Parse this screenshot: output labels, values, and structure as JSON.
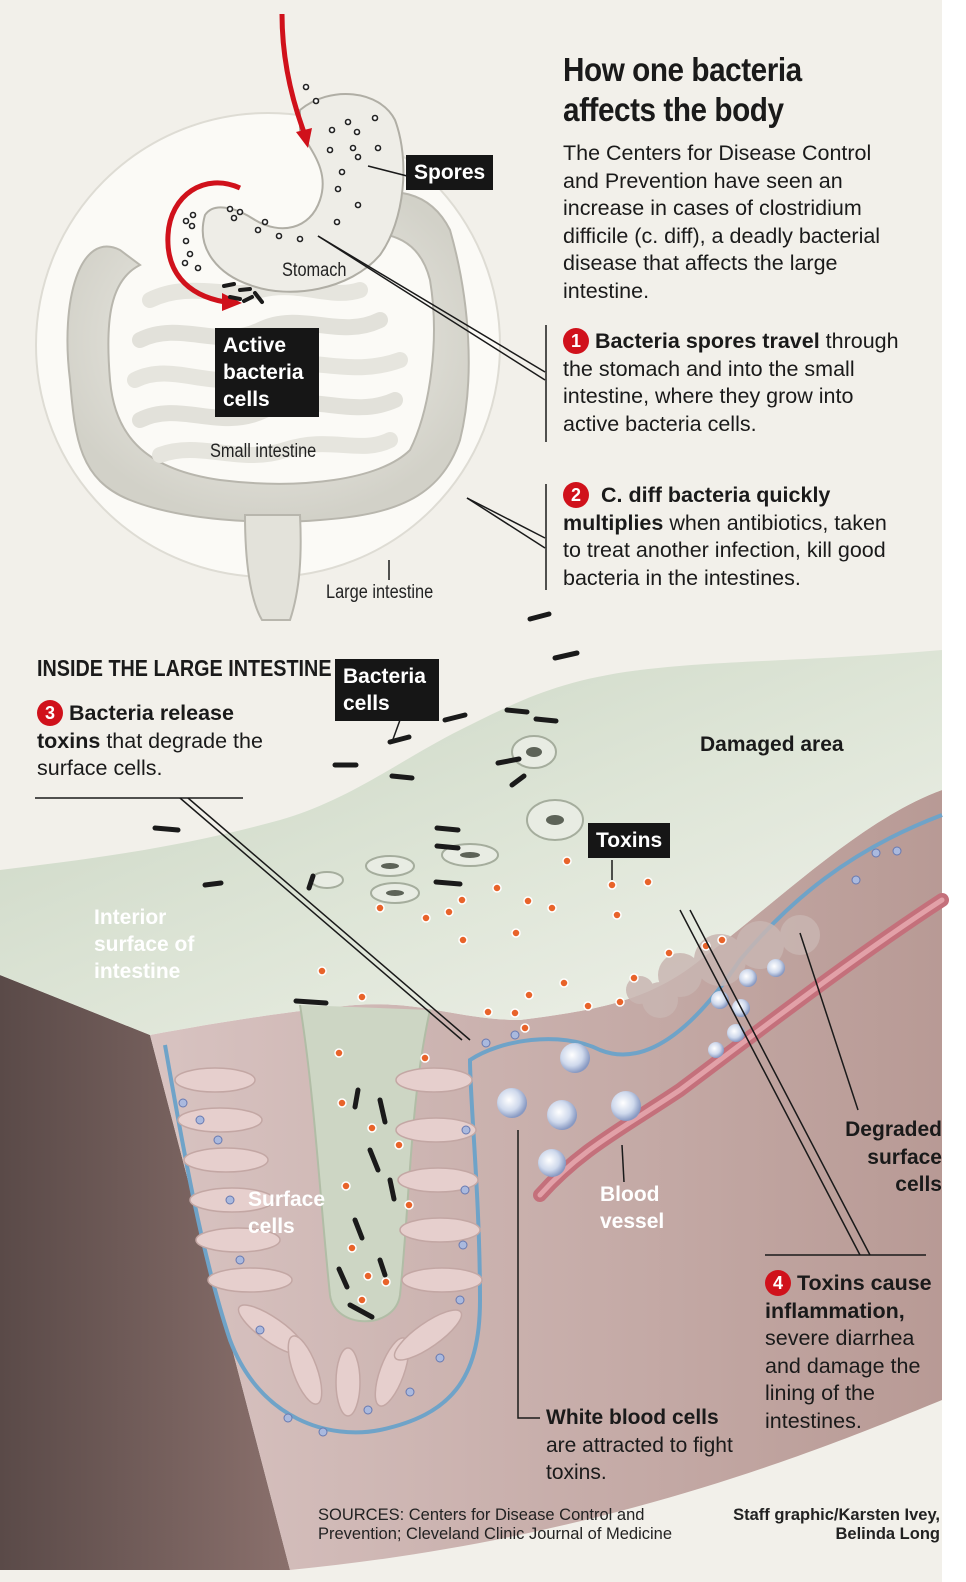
{
  "title": "How one bacteria affects the body",
  "intro": "The Centers for Disease Control and Prevention have seen an increase in cases of clostridium difficile (c. diff), a deadly bacterial disease that affects the large intestine.",
  "steps": [
    {
      "number": "1",
      "bold": "Bacteria spores travel",
      "text": "through the stomach and into the small intestine, where they grow into active bacteria cells."
    },
    {
      "number": "2",
      "bold": "C. diff bacteria quickly multiplies",
      "text": "when antibiotics, taken to treat another infection, kill good bacteria in the intestines."
    },
    {
      "number": "3",
      "bold": "Bacteria release toxins",
      "text": "that degrade the surface cells."
    },
    {
      "number": "4",
      "bold": "Toxins cause inflammation,",
      "text": "severe diarrhea and damage the lining of the intestines."
    }
  ],
  "section_heading": "INSIDE THE LARGE INTESTINE",
  "labels": {
    "spores": "Spores",
    "stomach": "Stomach",
    "active_bacteria": "Active bacteria cells",
    "small_intestine": "Small intestine",
    "large_intestine": "Large intestine",
    "bacteria_cells": "Bacteria cells",
    "damaged_area": "Damaged area",
    "toxins": "Toxins",
    "interior_surface": "Interior surface of intestine",
    "surface_cells": "Surface cells",
    "blood_vessel": "Blood vessel",
    "degraded_surface": "Degraded surface cells",
    "white_blood_bold": "White blood cells",
    "white_blood_rest": "are attracted to fight toxins."
  },
  "sources": "SOURCES: Centers for Disease Control and Prevention; Cleveland Clinic Journal of Medicine",
  "credit": "Staff graphic/Karsten Ivey, Belinda Long",
  "colors": {
    "accent_red": "#d0111b",
    "tag_background": "#161616",
    "background": "#f2f0ea",
    "lining_blue": "#6fa3c8",
    "tissue": "#d9c2c0",
    "mucosa_green": "#d4dccb",
    "toxin_orange": "#e8632a"
  }
}
